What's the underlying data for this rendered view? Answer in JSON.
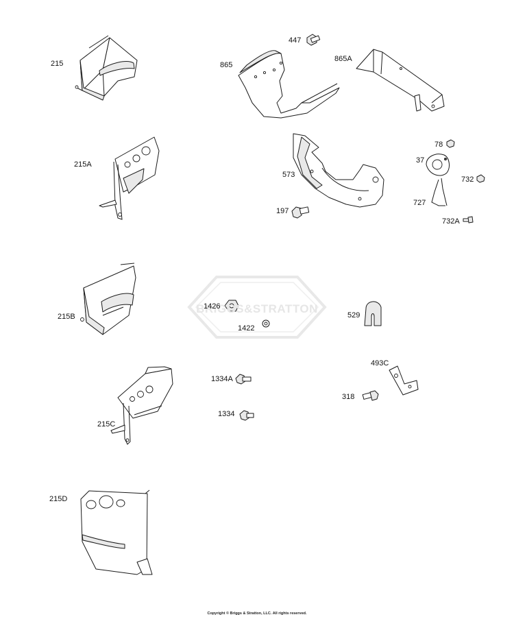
{
  "watermark": {
    "text": "BRIGGS&STRATTON",
    "color": "#e6e6e6"
  },
  "copyright": "Copyright © Briggs & Stratton, LLC. All rights reserved.",
  "parts": {
    "p215": "215",
    "p215A": "215A",
    "p215B": "215B",
    "p215C": "215C",
    "p215D": "215D",
    "p447": "447",
    "p865": "865",
    "p865A": "865A",
    "p573": "573",
    "p197": "197",
    "p78": "78",
    "p37": "37",
    "p732": "732",
    "p727": "727",
    "p732A": "732A",
    "p1426": "1426",
    "p1422": "1422",
    "p529": "529",
    "p493C": "493C",
    "p318": "318",
    "p1334A": "1334A",
    "p1334": "1334"
  }
}
